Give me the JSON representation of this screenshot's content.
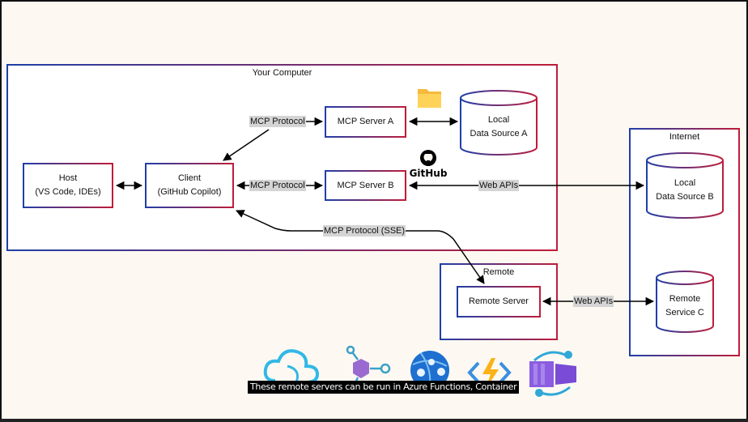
{
  "colors": {
    "background": "#fdf9f2",
    "border_gradient_start": "#1f3fa8",
    "border_gradient_end": "#c01c3a",
    "edge_label_bg": "#d4d4d4",
    "caption_bg": "#000000"
  },
  "containers": {
    "your_computer": "Your Computer",
    "internet": "Internet",
    "remote": "Remote"
  },
  "nodes": {
    "host": {
      "line1": "Host",
      "line2": "(VS Code, IDEs)"
    },
    "client": {
      "line1": "Client",
      "line2": "(GitHub Copilot)"
    },
    "mcp_server_a": "MCP Server A",
    "mcp_server_b": "MCP Server B",
    "local_data_source_a": {
      "line1": "Local",
      "line2": "Data Source A"
    },
    "local_data_source_b": {
      "line1": "Local",
      "line2": "Data Source B"
    },
    "remote_service_c": {
      "line1": "Remote",
      "line2": "Service C"
    },
    "remote_server": "Remote Server"
  },
  "edges": {
    "client_server_a": "MCP Protocol",
    "client_server_b": "MCP Protocol",
    "client_remote": "MCP Protocol (SSE)",
    "server_b_data_b": "Web APIs",
    "remote_service_c": "Web APIs"
  },
  "logos": {
    "github": "GitHub",
    "folder": "folder-icon"
  },
  "bottom_icons": [
    "azure-cloud-icon",
    "azure-api-hub-icon",
    "azure-app-service-icon",
    "azure-functions-icon",
    "azure-container-apps-icon"
  ],
  "caption": "These remote servers can be run in Azure Functions, Container"
}
